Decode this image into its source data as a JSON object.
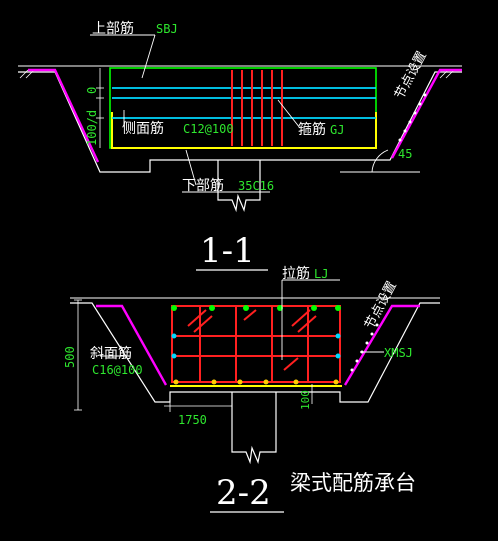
{
  "colors": {
    "background": "#000000",
    "line_white": "#ffffff",
    "label_green": "#2ee62e",
    "rebar_yellow": "#ffff00",
    "rebar_green": "#00ff00",
    "rebar_cyan": "#00d8ff",
    "rebar_red": "#ff2020",
    "rebar_magenta": "#ff00ff",
    "node_yellow": "#ffcc00"
  },
  "section1": {
    "top_rebar_label": "上部筋",
    "top_rebar_code": "SBJ",
    "side_rebar_label": "侧面筋",
    "side_rebar_code": "C12@100",
    "stirrup_label": "箍筋",
    "stirrup_code": "GJ",
    "bottom_rebar_label": "下部筋",
    "bottom_rebar_code": "35C16",
    "node_label": "节点设置",
    "angle_label": "45",
    "dim_top": "0",
    "dim_side": "100/d",
    "section_title": "1-1"
  },
  "section2": {
    "tie_rebar_label": "拉筋",
    "tie_rebar_code": "LJ",
    "slope_rebar_label": "斜面筋",
    "slope_rebar_code": "C16@100",
    "node_label": "节点设置",
    "xmsj_label": "XMSJ",
    "dim_height": "500",
    "dim_width": "1750",
    "dim_cover": "100",
    "section_title": "2-2",
    "caption": "梁式配筋承台"
  }
}
